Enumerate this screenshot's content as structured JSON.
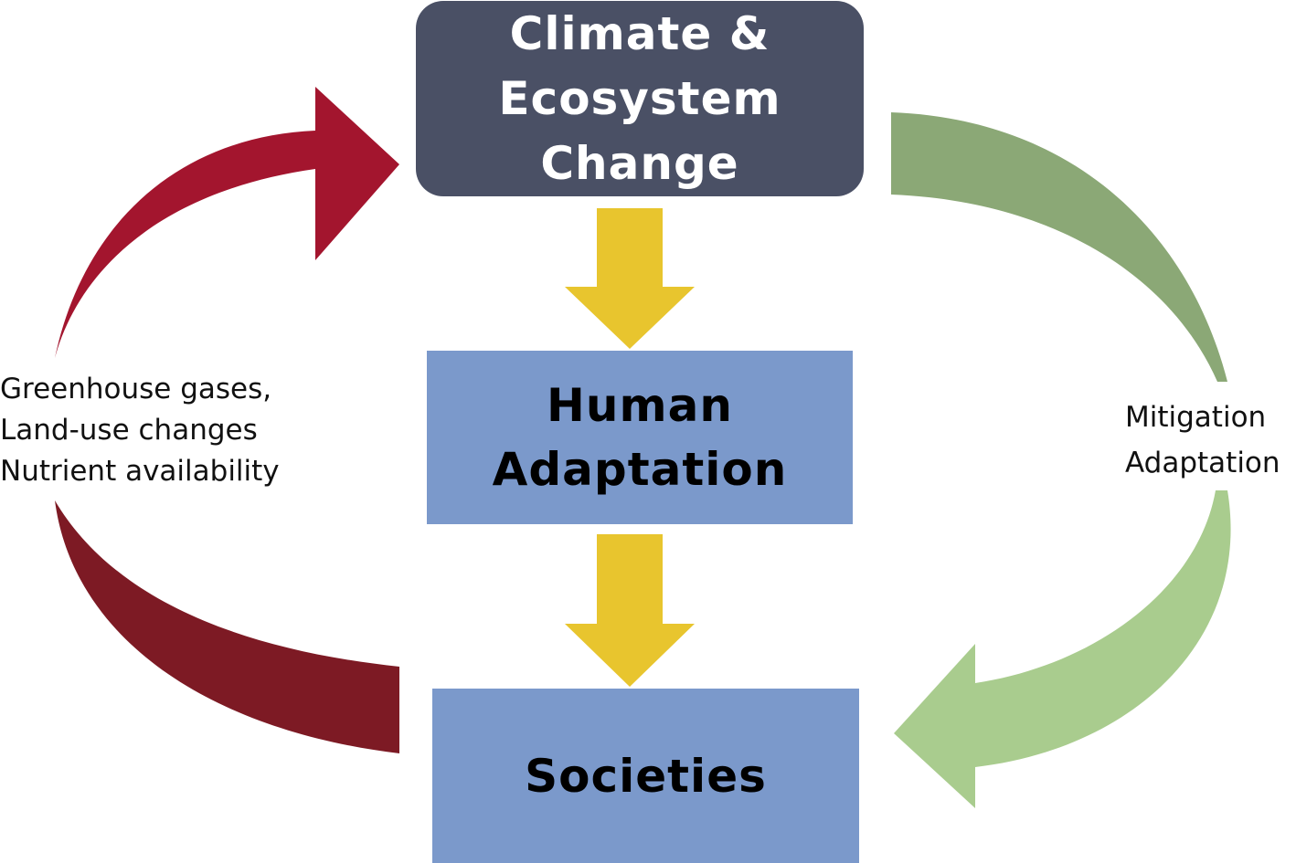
{
  "nodes": {
    "climate": {
      "lines": [
        "Climate &",
        "Ecosystem",
        "Change"
      ]
    },
    "human_adaptation": {
      "lines": [
        "Human",
        "Adaptation"
      ]
    },
    "societies": {
      "lines": [
        "Societies"
      ]
    }
  },
  "left_annotation": {
    "lines": [
      "Greenhouse gases,",
      "Land-use changes",
      "Nutrient availability"
    ]
  },
  "right_annotation": {
    "lines": [
      "Mitigation",
      "Adaptation"
    ]
  },
  "colors": {
    "climate_box": "#4a5065",
    "adaptation_box": "#7b99cb",
    "yellow_arrow": "#e8c52e",
    "red_arrow_top": "#a3152e",
    "red_arrow_bottom": "#7d1a24",
    "green_arrow_top": "#8ba876",
    "green_arrow_bottom": "#a9cc8e"
  }
}
